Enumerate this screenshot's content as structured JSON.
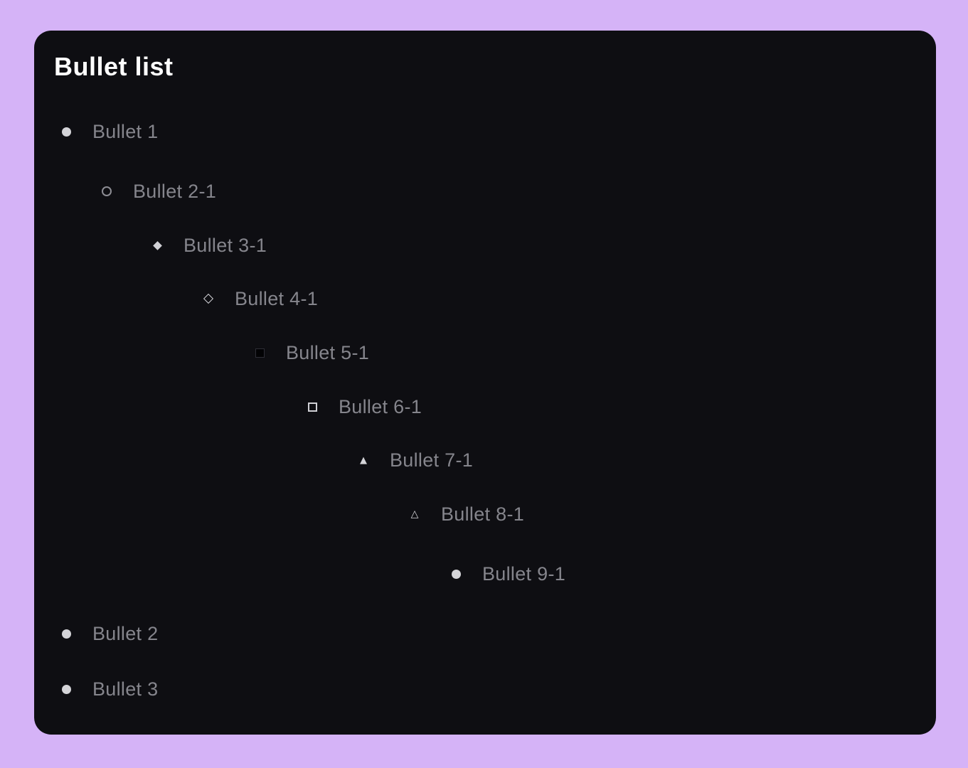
{
  "colors": {
    "page_background": "#d5b3f7",
    "card_background": "#0e0e12",
    "title_text": "#ffffff",
    "item_text": "#85858c",
    "marker_light": "#d4d4d8",
    "marker_gray": "#8d8d94",
    "marker_dark_square": "#020204"
  },
  "card": {
    "title": "Bullet list",
    "items": [
      {
        "label": "Bullet 1",
        "level": 1,
        "marker": "filled-circle"
      },
      {
        "label": "Bullet 2-1",
        "level": 2,
        "marker": "open-circle"
      },
      {
        "label": "Bullet 3-1",
        "level": 3,
        "marker": "filled-diamond"
      },
      {
        "label": "Bullet 4-1",
        "level": 4,
        "marker": "open-diamond"
      },
      {
        "label": "Bullet 5-1",
        "level": 5,
        "marker": "dark-filled-square"
      },
      {
        "label": "Bullet 6-1",
        "level": 6,
        "marker": "open-square"
      },
      {
        "label": "Bullet 7-1",
        "level": 7,
        "marker": "filled-triangle"
      },
      {
        "label": "Bullet 8-1",
        "level": 8,
        "marker": "open-triangle"
      },
      {
        "label": "Bullet 9-1",
        "level": 9,
        "marker": "filled-circle"
      },
      {
        "label": "Bullet 2",
        "level": 1,
        "marker": "filled-circle"
      },
      {
        "label": "Bullet 3",
        "level": 1,
        "marker": "filled-circle"
      }
    ]
  }
}
